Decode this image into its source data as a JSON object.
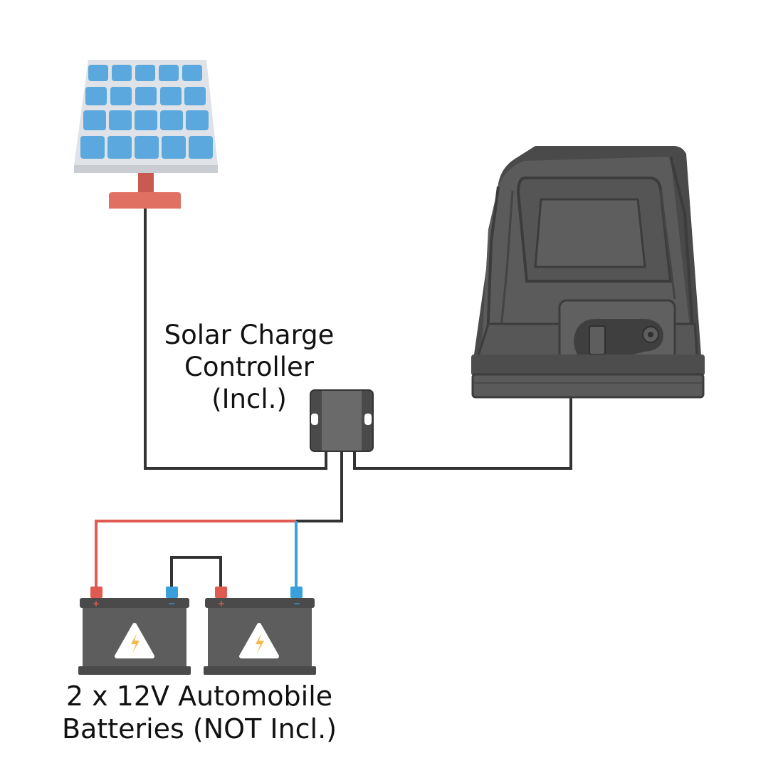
{
  "controller_label": {
    "line1": "Solar Charge",
    "line2": "Controller",
    "line3": "(Incl.)"
  },
  "battery_label": {
    "line1": "2 x 12V Automobile",
    "line2": "Batteries (NOT Incl.)"
  },
  "battery_terminals": {
    "positive": "+",
    "negative": "−"
  },
  "colors": {
    "solar_cell": "#5aa8de",
    "solar_frame": "#e5e7ea",
    "mount": "#e07062",
    "wire": "#333333",
    "positive_wire": "#df5a50",
    "negative_wire": "#3aa0dc",
    "battery_body": "#5d5d5d",
    "warning": "#f2b84a",
    "motor_body": "#5a5a5a"
  },
  "icons": [
    "solar-panel-icon",
    "charge-controller-icon",
    "gate-opener-motor-icon",
    "battery-icon",
    "warning-lightning-icon"
  ]
}
